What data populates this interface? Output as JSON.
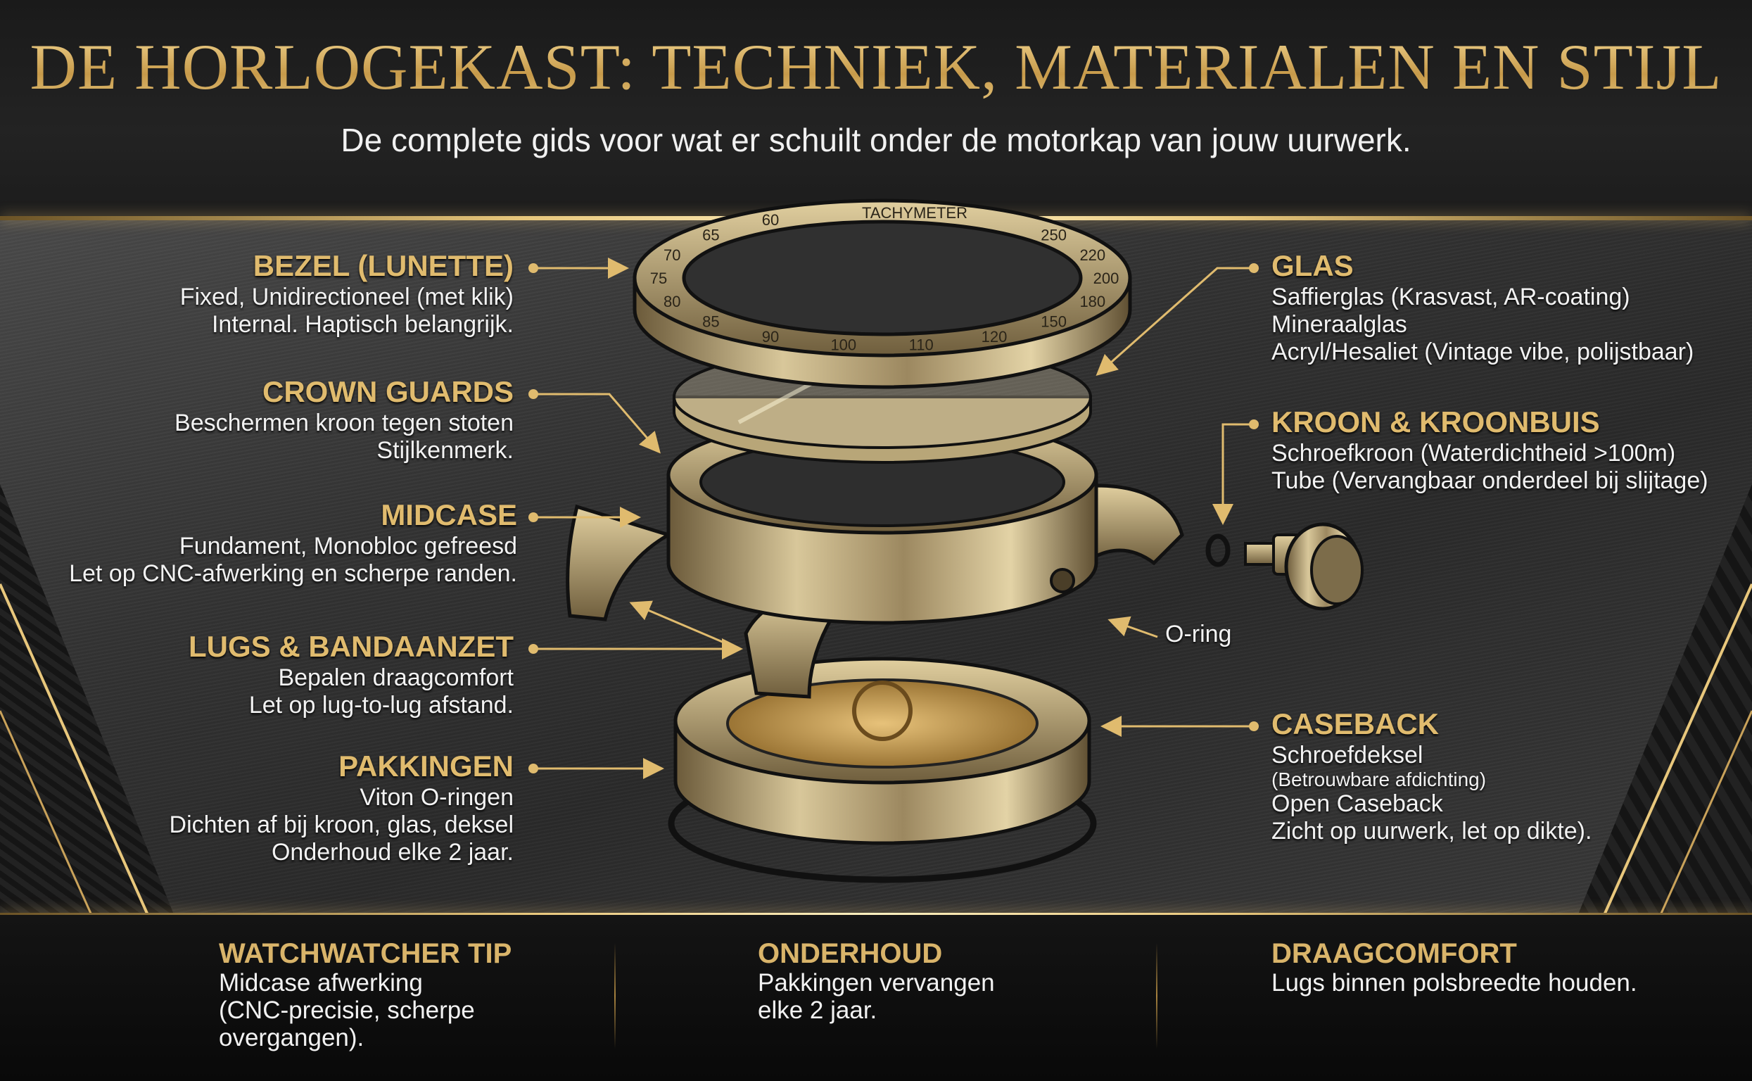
{
  "header": {
    "title": "DE HORLOGEKAST: TECHNIEK, MATERIALEN EN STIJL",
    "subtitle": "De complete gids voor wat er schuilt onder de motorkap van jouw uurwerk."
  },
  "colors": {
    "accent_gold": "#e0bb6e",
    "background": "#0c0c0c",
    "panel": "#333333",
    "text": "#f2f2f2"
  },
  "bezel_scale": {
    "brand": "TACHYMETER",
    "numbers": [
      "60",
      "65",
      "70",
      "75",
      "80",
      "85",
      "90",
      "100",
      "110",
      "120",
      "150",
      "180",
      "200",
      "220",
      "250"
    ]
  },
  "left_labels": [
    {
      "title": "BEZEL (LUNETTE)",
      "lines": [
        "Fixed, Unidirectioneel (met klik)",
        "Internal. Haptisch belangrijk."
      ]
    },
    {
      "title": "CROWN GUARDS",
      "lines": [
        "Beschermen kroon tegen stoten",
        "Stijlkenmerk."
      ]
    },
    {
      "title": "MIDCASE",
      "lines": [
        "Fundament, Monobloc gefreesd",
        "Let op CNC-afwerking en scherpe randen."
      ]
    },
    {
      "title": "LUGS & BANDAANZET",
      "lines": [
        "Bepalen draagcomfort",
        "Let op lug-to-lug afstand."
      ]
    },
    {
      "title": "PAKKINGEN",
      "lines": [
        "Viton O-ringen",
        "Dichten af bij kroon, glas, deksel",
        "Onderhoud elke 2 jaar."
      ]
    }
  ],
  "right_labels": {
    "glas": {
      "title": "GLAS",
      "lines": [
        "Saffierglas (Krasvast, AR-coating)",
        "Mineraalglas",
        "Acryl/Hesaliet (Vintage vibe, polijstbaar)"
      ]
    },
    "kroon": {
      "title": "KROON & KROONBUIS",
      "lines": [
        "Schroefkroon (Waterdichtheid >100m)",
        "Tube (Vervangbaar onderdeel bij slijtage)"
      ]
    },
    "caseback": {
      "title": "CASEBACK",
      "line1": "Schroefdeksel",
      "note": "(Betrouwbare afdichting)",
      "line2": "Open Caseback",
      "line3": "Zicht op uurwerk, let op dikte)."
    }
  },
  "oring_label": "O-ring",
  "tips": [
    {
      "title": "WATCHWATCHER TIP",
      "lines": [
        "Midcase afwerking",
        "(CNC-precisie, scherpe",
        "overgangen)."
      ]
    },
    {
      "title": "ONDERHOUD",
      "lines": [
        "Pakkingen vervangen",
        "elke 2 jaar."
      ]
    },
    {
      "title": "DRAAGCOMFORT",
      "lines": [
        "Lugs binnen polsbreedte houden."
      ]
    }
  ]
}
